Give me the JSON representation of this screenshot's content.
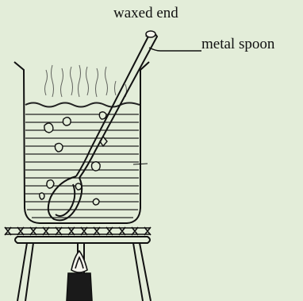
{
  "labels": {
    "waxed_end": "waxed end",
    "metal_spoon": "metal spoon"
  },
  "colors": {
    "background": "#e3edd9",
    "ink": "#111111"
  },
  "parts": [
    "beaker",
    "water",
    "metal-spoon",
    "steam",
    "wire-gauze",
    "tripod-stand",
    "burner-flame"
  ]
}
